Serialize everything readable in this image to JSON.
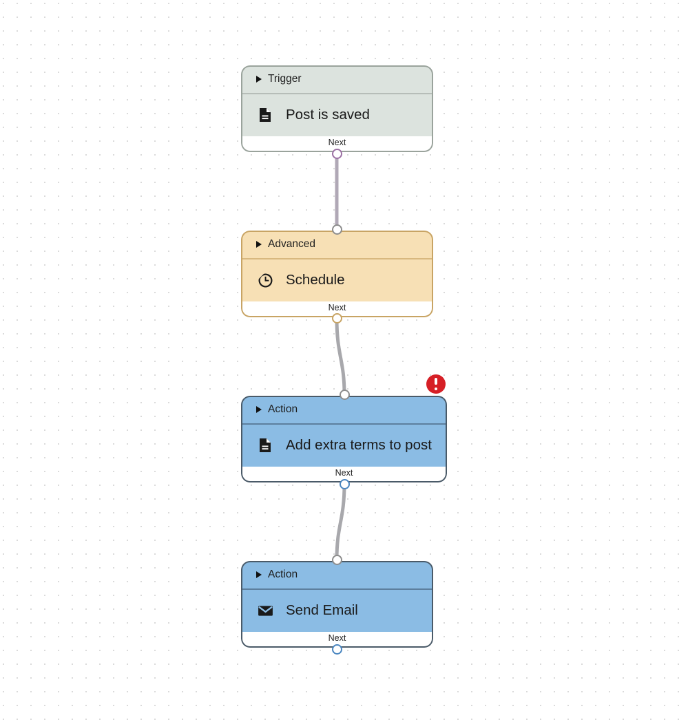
{
  "canvas": {
    "background": "#ffffff",
    "grid_dot_color": "#dadada",
    "grid_spacing": 20
  },
  "nodes": [
    {
      "id": "trigger-post-saved",
      "category": "Trigger",
      "title": "Post is saved",
      "icon": "document-icon",
      "next_label": "Next",
      "theme": "green",
      "fill": "#dce3de",
      "border": "#9aa39c",
      "has_error": false
    },
    {
      "id": "advanced-schedule",
      "category": "Advanced",
      "title": "Schedule",
      "icon": "clock-icon",
      "next_label": "Next",
      "theme": "orange",
      "fill": "#f7e0b5",
      "border": "#c8a464",
      "has_error": false
    },
    {
      "id": "action-add-extra-terms",
      "category": "Action",
      "title": "Add extra terms to post",
      "icon": "document-icon",
      "next_label": "Next",
      "theme": "blue",
      "fill": "#8bbce4",
      "border": "#4a5a68",
      "has_error": true,
      "error_icon": "error-exclamation-icon"
    },
    {
      "id": "action-send-email",
      "category": "Action",
      "title": "Send Email",
      "icon": "envelope-icon",
      "next_label": "Next",
      "theme": "blue",
      "fill": "#8bbce4",
      "border": "#4a5a68",
      "has_error": false
    }
  ],
  "connectors": [
    {
      "id": "edge-trigger-to-advanced",
      "from": "trigger-post-saved",
      "to": "advanced-schedule",
      "color": "#b0a8b6"
    },
    {
      "id": "edge-advanced-to-action1",
      "from": "advanced-schedule",
      "to": "action-add-extra-terms",
      "color": "#a8a8ac"
    },
    {
      "id": "edge-action1-to-action2",
      "from": "action-add-extra-terms",
      "to": "action-send-email",
      "color": "#a8a8ac"
    }
  ],
  "status": {
    "error_color": "#d61f26"
  }
}
